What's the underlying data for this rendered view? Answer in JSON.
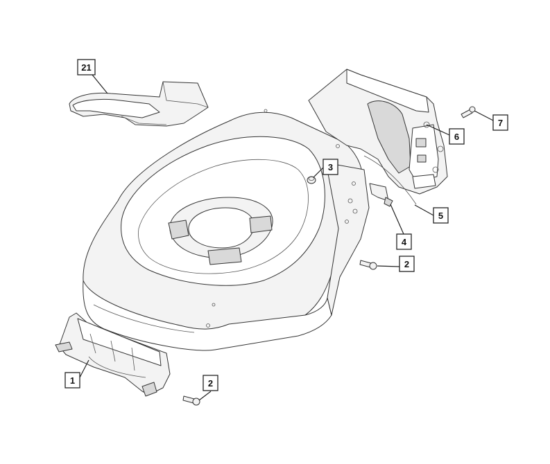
{
  "callouts": {
    "c21": "21",
    "c3": "3",
    "c6": "6",
    "c7": "7",
    "c5": "5",
    "c4": "4",
    "c2a": "2",
    "c1": "1",
    "c2b": "2"
  },
  "colors": {
    "line": "#333333",
    "fill": "#f3f3f3",
    "background": "#ffffff"
  }
}
